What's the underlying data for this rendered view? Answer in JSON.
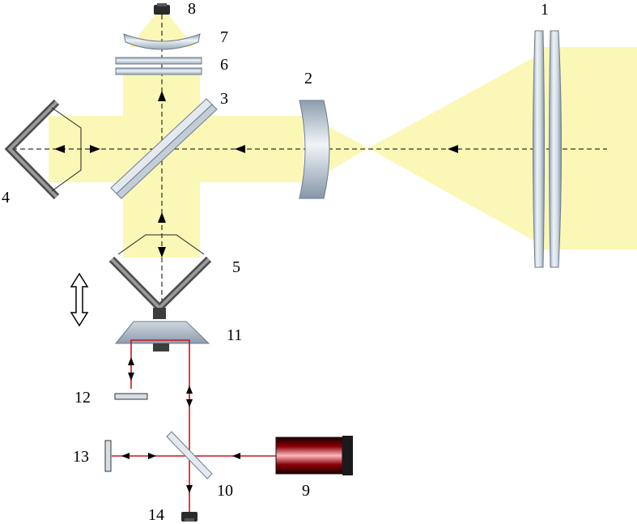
{
  "colors": {
    "beam": "#fbf7b6",
    "laser": "#d0141c",
    "axis": "#000000",
    "glass_light": "#dfe5ec",
    "glass_dark": "#8fa0b0",
    "mirror_gray": "#6e6e6e",
    "mount_dark": "#2a2a2a"
  },
  "labels": {
    "l1": "1",
    "l2": "2",
    "l3": "3",
    "l4": "4",
    "l5": "5",
    "l6": "6",
    "l7": "7",
    "l8": "8",
    "l9": "9",
    "l10": "10",
    "l11": "11",
    "l12": "12",
    "l13": "13",
    "l14": "14"
  }
}
